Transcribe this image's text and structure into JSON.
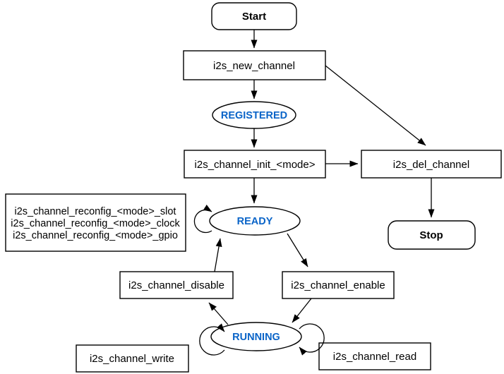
{
  "colors": {
    "stroke": "#000000",
    "node_fill": "#ffffff",
    "state_text": "#0a64c8",
    "label_text": "#000000"
  },
  "nodes": {
    "start": {
      "label": "Start",
      "type": "terminal"
    },
    "new_channel": {
      "label": "i2s_new_channel",
      "type": "process"
    },
    "registered": {
      "label": "REGISTERED",
      "type": "state"
    },
    "init": {
      "label": "i2s_channel_init_<mode>",
      "type": "process"
    },
    "del_channel": {
      "label": "i2s_del_channel",
      "type": "process"
    },
    "stop": {
      "label": "Stop",
      "type": "terminal"
    },
    "reconfig": {
      "type": "label-box",
      "lines": [
        "i2s_channel_reconfig_<mode>_slot",
        "i2s_channel_reconfig_<mode>_clock",
        "i2s_channel_reconfig_<mode>_gpio"
      ]
    },
    "ready": {
      "label": "READY",
      "type": "state"
    },
    "disable": {
      "label": "i2s_channel_disable",
      "type": "process"
    },
    "enable": {
      "label": "i2s_channel_enable",
      "type": "process"
    },
    "running": {
      "label": "RUNNING",
      "type": "state"
    },
    "write": {
      "label": "i2s_channel_write",
      "type": "process"
    },
    "read": {
      "label": "i2s_channel_read",
      "type": "process"
    }
  },
  "edges": [
    {
      "from": "start",
      "to": "i2s_new_channel"
    },
    {
      "from": "i2s_new_channel",
      "to": "REGISTERED"
    },
    {
      "from": "i2s_new_channel",
      "to": "i2s_del_channel"
    },
    {
      "from": "REGISTERED",
      "to": "i2s_channel_init_<mode>"
    },
    {
      "from": "i2s_channel_init_<mode>",
      "to": "i2s_del_channel"
    },
    {
      "from": "i2s_channel_init_<mode>",
      "to": "READY"
    },
    {
      "from": "i2s_del_channel",
      "to": "Stop"
    },
    {
      "from": "READY",
      "to": "READY",
      "note": "self-loop (reconfig slot/clock/gpio)"
    },
    {
      "from": "READY",
      "to": "i2s_channel_enable"
    },
    {
      "from": "i2s_channel_disable",
      "to": "READY"
    },
    {
      "from": "i2s_channel_enable",
      "to": "RUNNING"
    },
    {
      "from": "RUNNING",
      "to": "i2s_channel_disable"
    },
    {
      "from": "RUNNING",
      "to": "RUNNING",
      "note": "self-loop (write)"
    },
    {
      "from": "RUNNING",
      "to": "RUNNING",
      "note": "self-loop (read)"
    }
  ]
}
